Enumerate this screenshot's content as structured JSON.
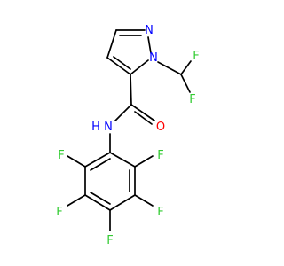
{
  "molecule": {
    "atom_labels": {
      "n_pyrazole_2": "N",
      "n_pyrazole_1": "N",
      "f_chf2_a": "F",
      "f_chf2_b": "F",
      "o_carbonyl": "O",
      "nh_amide": "N",
      "h_amide": "H",
      "f_ortho_right": "F",
      "f_ortho_left": "F",
      "f_meta_right": "F",
      "f_meta_left": "F",
      "f_para": "F"
    }
  },
  "colors": {
    "bond": "#000000",
    "nitrogen": "#0000ff",
    "oxygen": "#ff0000",
    "fluorine": "#33cc33",
    "hydrogen": "#0000ff",
    "background": "#ffffff"
  }
}
